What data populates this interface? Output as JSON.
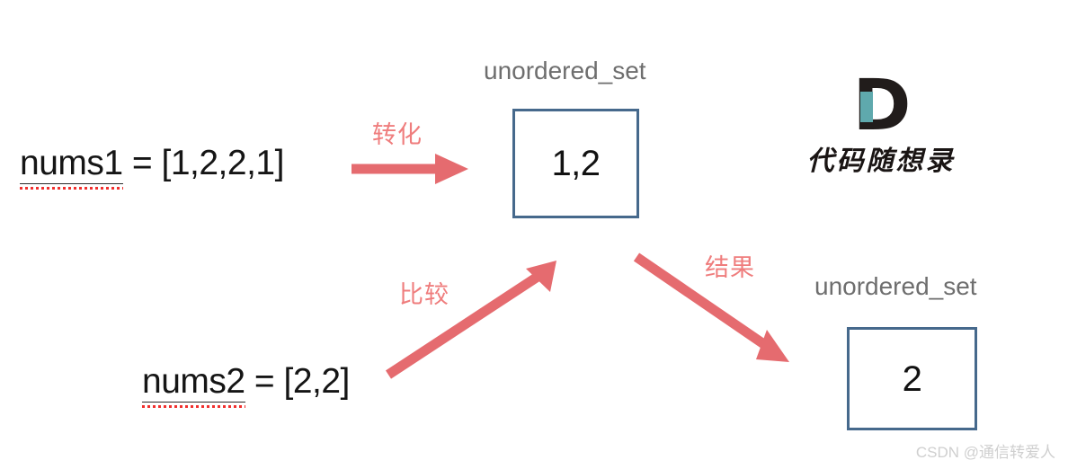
{
  "diagram": {
    "inputs": [
      {
        "id": "nums1",
        "variable": "nums1",
        "assign": " = [1,2,2,1]",
        "full": "nums1 = [1,2,2,1]"
      },
      {
        "id": "nums2",
        "variable": "nums2",
        "assign": " = [2,2]",
        "full": "nums2 = [2,2]"
      }
    ],
    "sets": [
      {
        "id": "set-from-nums1",
        "caption": "unordered_set",
        "value": "1,2"
      },
      {
        "id": "set-result",
        "caption": "unordered_set",
        "value": "2"
      }
    ],
    "arrows": [
      {
        "id": "convert",
        "label": "转化",
        "from": "nums1",
        "to": "set-from-nums1",
        "direction": "right"
      },
      {
        "id": "compare",
        "label": "比较",
        "from": "nums2",
        "to": "set-from-nums1",
        "direction": "up-right"
      },
      {
        "id": "result",
        "label": "结果",
        "from": "set-from-nums1",
        "to": "set-result",
        "direction": "down-right"
      }
    ]
  },
  "brand": {
    "mark_letter": "D",
    "name": "代码随想录"
  },
  "watermark": {
    "text": "CSDN @通信转爱人"
  },
  "colors": {
    "arrow": "#e56b6f",
    "arrow_label": "#ef7d7d",
    "box_border": "#46698c",
    "caption": "#6e6e6e",
    "text": "#151515",
    "spellcheck_underline": "#f0302e",
    "brand_dark": "#211c1b",
    "brand_teal": "#5fa9ad",
    "watermark": "#cfcfcf",
    "background": "#ffffff"
  }
}
